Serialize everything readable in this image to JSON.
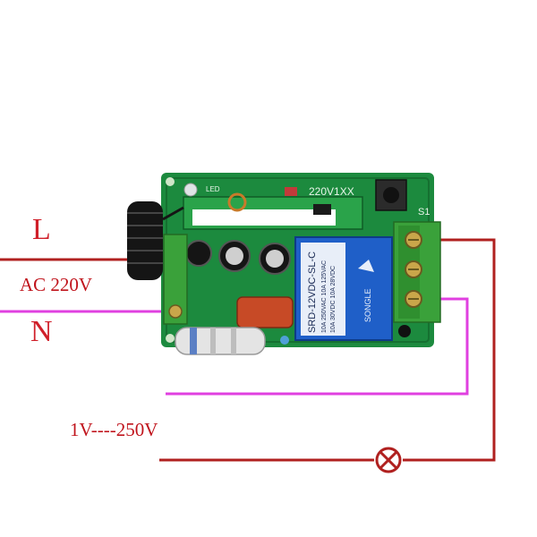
{
  "labels": {
    "line": "L",
    "neutral": "N",
    "supply": "AC 220V",
    "load_range": "1V----250V"
  },
  "board": {
    "model": "220V1XX",
    "led": "LED",
    "switch": "S1",
    "relay_line1": "SRD-12VDC-SL-C",
    "relay_line2": "10A 250VAC  10A 125VAC",
    "relay_line3": "10A 30VDC  10A 28VDC",
    "relay_brand": "SONGLE"
  },
  "colors": {
    "pcb": "#1c8a3e",
    "wire_red": "#b0201f",
    "wire_magenta": "#e040e0",
    "terminal": "#3aa13a",
    "relay": "#1f5fc8",
    "label": "#c0141c"
  },
  "icons": [
    "lamp-icon",
    "antenna-coil",
    "screw-terminal"
  ]
}
